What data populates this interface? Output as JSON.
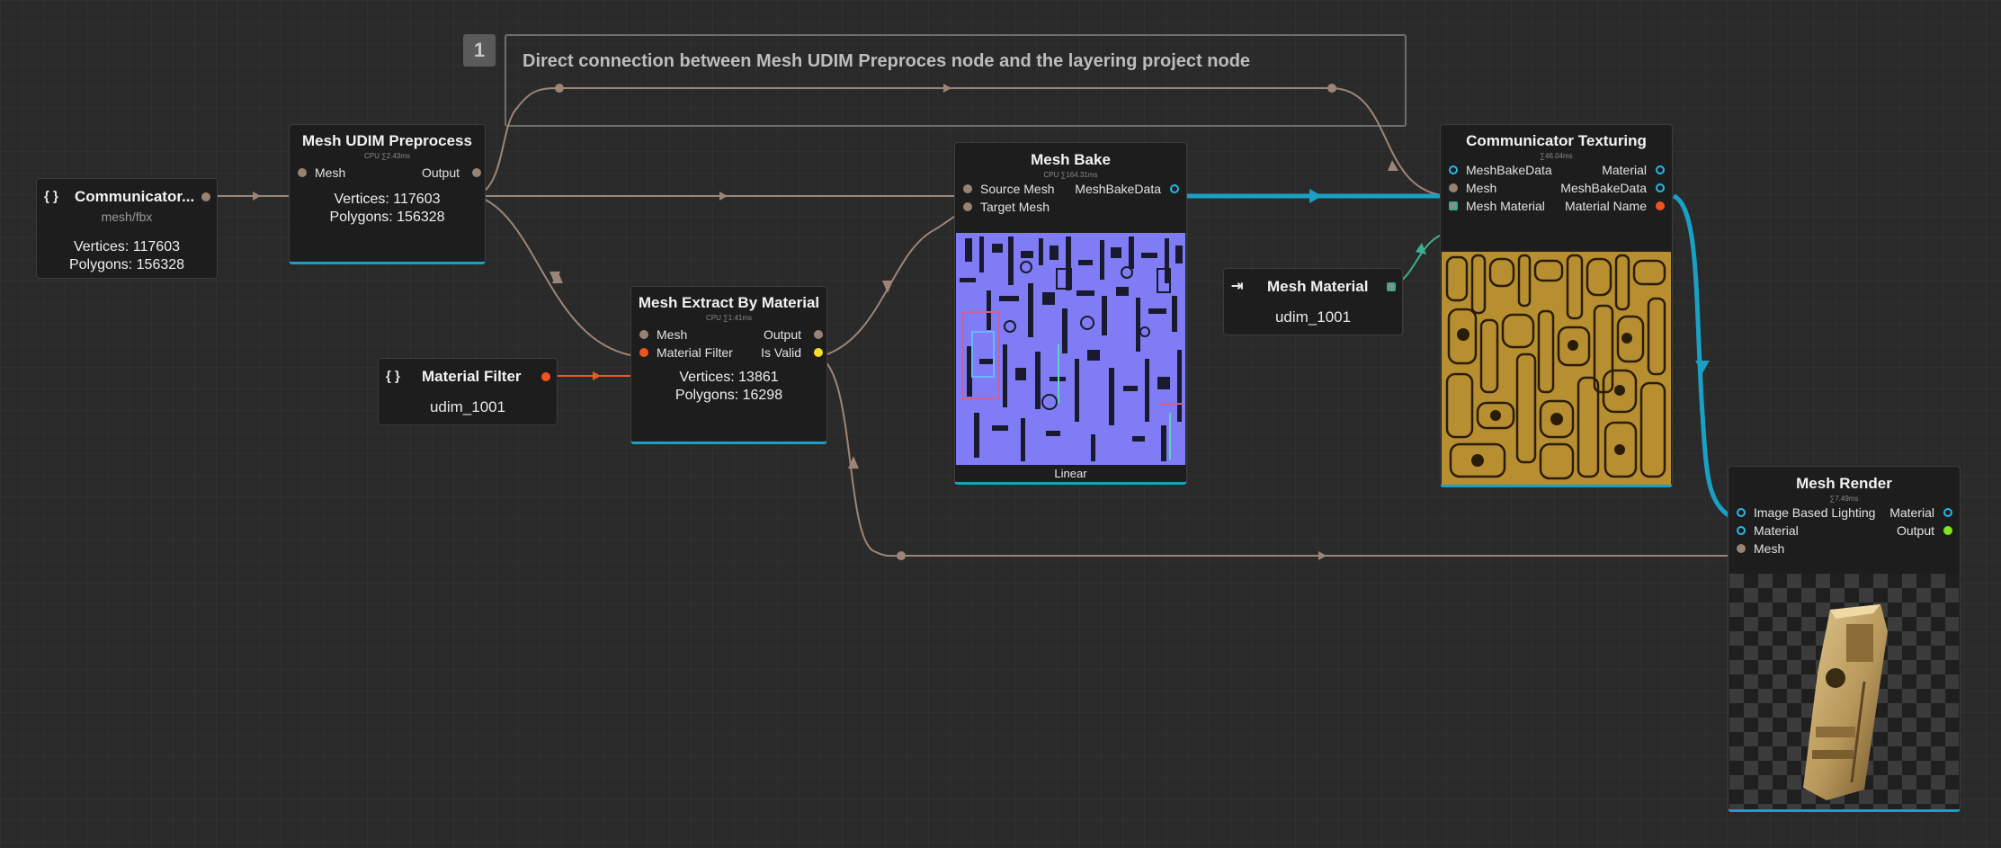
{
  "frame": {
    "badge": "1",
    "title": "Direct connection between Mesh UDIM Preproces node and the layering project node"
  },
  "nodes": {
    "communicator": {
      "title": "Communicator...",
      "subtitle": "mesh/fbx",
      "vertices": "Vertices: 117603",
      "polygons": "Polygons: 156328"
    },
    "udim": {
      "title": "Mesh UDIM Preprocess",
      "cpu": "CPU ∑2.43ms",
      "in_mesh": "Mesh",
      "out_output": "Output",
      "vertices": "Vertices: 117603",
      "polygons": "Polygons: 156328"
    },
    "filter": {
      "title": "Material Filter",
      "value": "udim_1001"
    },
    "extract": {
      "title": "Mesh Extract By Material",
      "cpu": "CPU ∑1.41ms",
      "in_mesh": "Mesh",
      "in_filter": "Material Filter",
      "out_output": "Output",
      "out_valid": "Is Valid",
      "vertices": "Vertices: 13861",
      "polygons": "Polygons: 16298"
    },
    "bake": {
      "title": "Mesh Bake",
      "cpu": "CPU ∑164.31ms",
      "in_source": "Source Mesh",
      "in_target": "Target Mesh",
      "out_data": "MeshBakeData",
      "footer": "Linear"
    },
    "material": {
      "title": "Mesh Material",
      "value": "udim_1001"
    },
    "texturing": {
      "title": "Communicator Texturing",
      "cpu": "∑46.04ms",
      "in_bake": "MeshBakeData",
      "in_mesh": "Mesh",
      "in_material": "Mesh Material",
      "out_material": "Material",
      "out_bake": "MeshBakeData",
      "out_name": "Material Name"
    },
    "render": {
      "title": "Mesh Render",
      "cpu": "∑7.49ms",
      "in_ibl": "Image Based Lighting",
      "in_material": "Material",
      "in_mesh": "Mesh",
      "out_material": "Material",
      "out_output": "Output"
    }
  },
  "colors": {
    "wire": "#9c8577",
    "accent": "#1aa0c4",
    "filter_wire": "#ef5a22",
    "material_wire": "#3fae8e"
  }
}
